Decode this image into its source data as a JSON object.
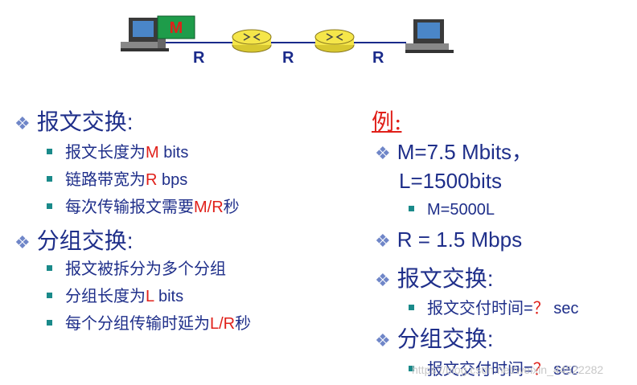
{
  "diagram": {
    "message_label": "M",
    "link_labels": [
      "R",
      "R",
      "R"
    ]
  },
  "left": {
    "message_switching": {
      "title": "报文交换:",
      "items": [
        {
          "pre": "报文长度为",
          "hl": "M",
          "post": " bits"
        },
        {
          "pre": "链路带宽为",
          "hl": "R",
          "post": " bps"
        },
        {
          "pre": "每次传输报文需要",
          "hl": "M/R",
          "post": "秒"
        }
      ]
    },
    "packet_switching": {
      "title": "分组交换:",
      "items": [
        {
          "pre": "报文被拆分为多个分组",
          "hl": "",
          "post": ""
        },
        {
          "pre": "分组长度为",
          "hl": "L",
          "post": " bits"
        },
        {
          "pre": "每个分组传输时延为",
          "hl": "L/R",
          "post": "秒"
        }
      ]
    }
  },
  "right": {
    "example_title": "例:",
    "item1_line1": "M=7.5 Mbits，",
    "item1_line2": "L=1500bits",
    "item1_sub": "M=5000L",
    "item2": "R = 1.5 Mbps",
    "item3_title": "报文交换:",
    "item3_sub_pre": "报文交付时间=",
    "item3_sub_q": "？",
    "item3_sub_post": " sec",
    "item4_title": "分组交换:",
    "item4_sub_pre": "报文交付时间=",
    "item4_sub_q": "？",
    "item4_sub_post": " sec"
  },
  "watermark": "https://blog.csdn.net/weixin_44522282",
  "colors": {
    "accent": "#1f2f8a",
    "highlight": "#e0201a",
    "router": "#f5e64a",
    "message_box": "#1e9c4a"
  }
}
